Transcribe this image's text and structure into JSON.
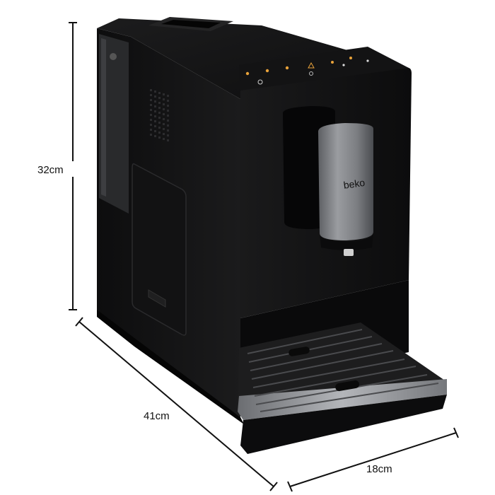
{
  "dimensions": {
    "height_label": "32cm",
    "depth_label": "41cm",
    "width_label": "18cm"
  },
  "machine": {
    "brand_label": "beko",
    "body_color": "#111111",
    "accent_color": "#7a7c80",
    "control_light_color": "#e8a23a"
  }
}
